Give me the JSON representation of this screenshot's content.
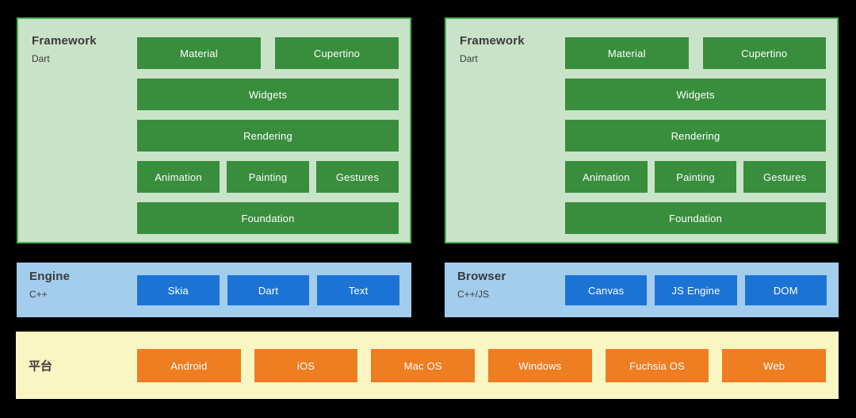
{
  "colors": {
    "background": "#000000",
    "framework_panel_bg": "#c9e3c9",
    "framework_panel_border": "#4db154",
    "framework_block": "#388e3c",
    "engine_panel_bg": "#a3cdec",
    "engine_block": "#1b74d4",
    "platform_panel_bg": "#faf6c3",
    "platform_block": "#ef7d22",
    "block_text": "#ffffff",
    "label_text": "#3a3a3a"
  },
  "framework_left": {
    "title": "Framework",
    "subtitle": "Dart",
    "rows": [
      [
        "Material",
        "Cupertino"
      ],
      [
        "Widgets"
      ],
      [
        "Rendering"
      ],
      [
        "Animation",
        "Painting",
        "Gestures"
      ],
      [
        "Foundation"
      ]
    ]
  },
  "framework_right": {
    "title": "Framework",
    "subtitle": "Dart",
    "rows": [
      [
        "Material",
        "Cupertino"
      ],
      [
        "Widgets"
      ],
      [
        "Rendering"
      ],
      [
        "Animation",
        "Painting",
        "Gestures"
      ],
      [
        "Foundation"
      ]
    ]
  },
  "engine": {
    "title": "Engine",
    "subtitle": "C++",
    "blocks": [
      "Skia",
      "Dart",
      "Text"
    ]
  },
  "browser": {
    "title": "Browser",
    "subtitle": "C++/JS",
    "blocks": [
      "Canvas",
      "JS Engine",
      "DOM"
    ]
  },
  "platform": {
    "title": "平台",
    "blocks": [
      "Android",
      "iOS",
      "Mac OS",
      "Windows",
      "Fuchsia OS",
      "Web"
    ]
  }
}
